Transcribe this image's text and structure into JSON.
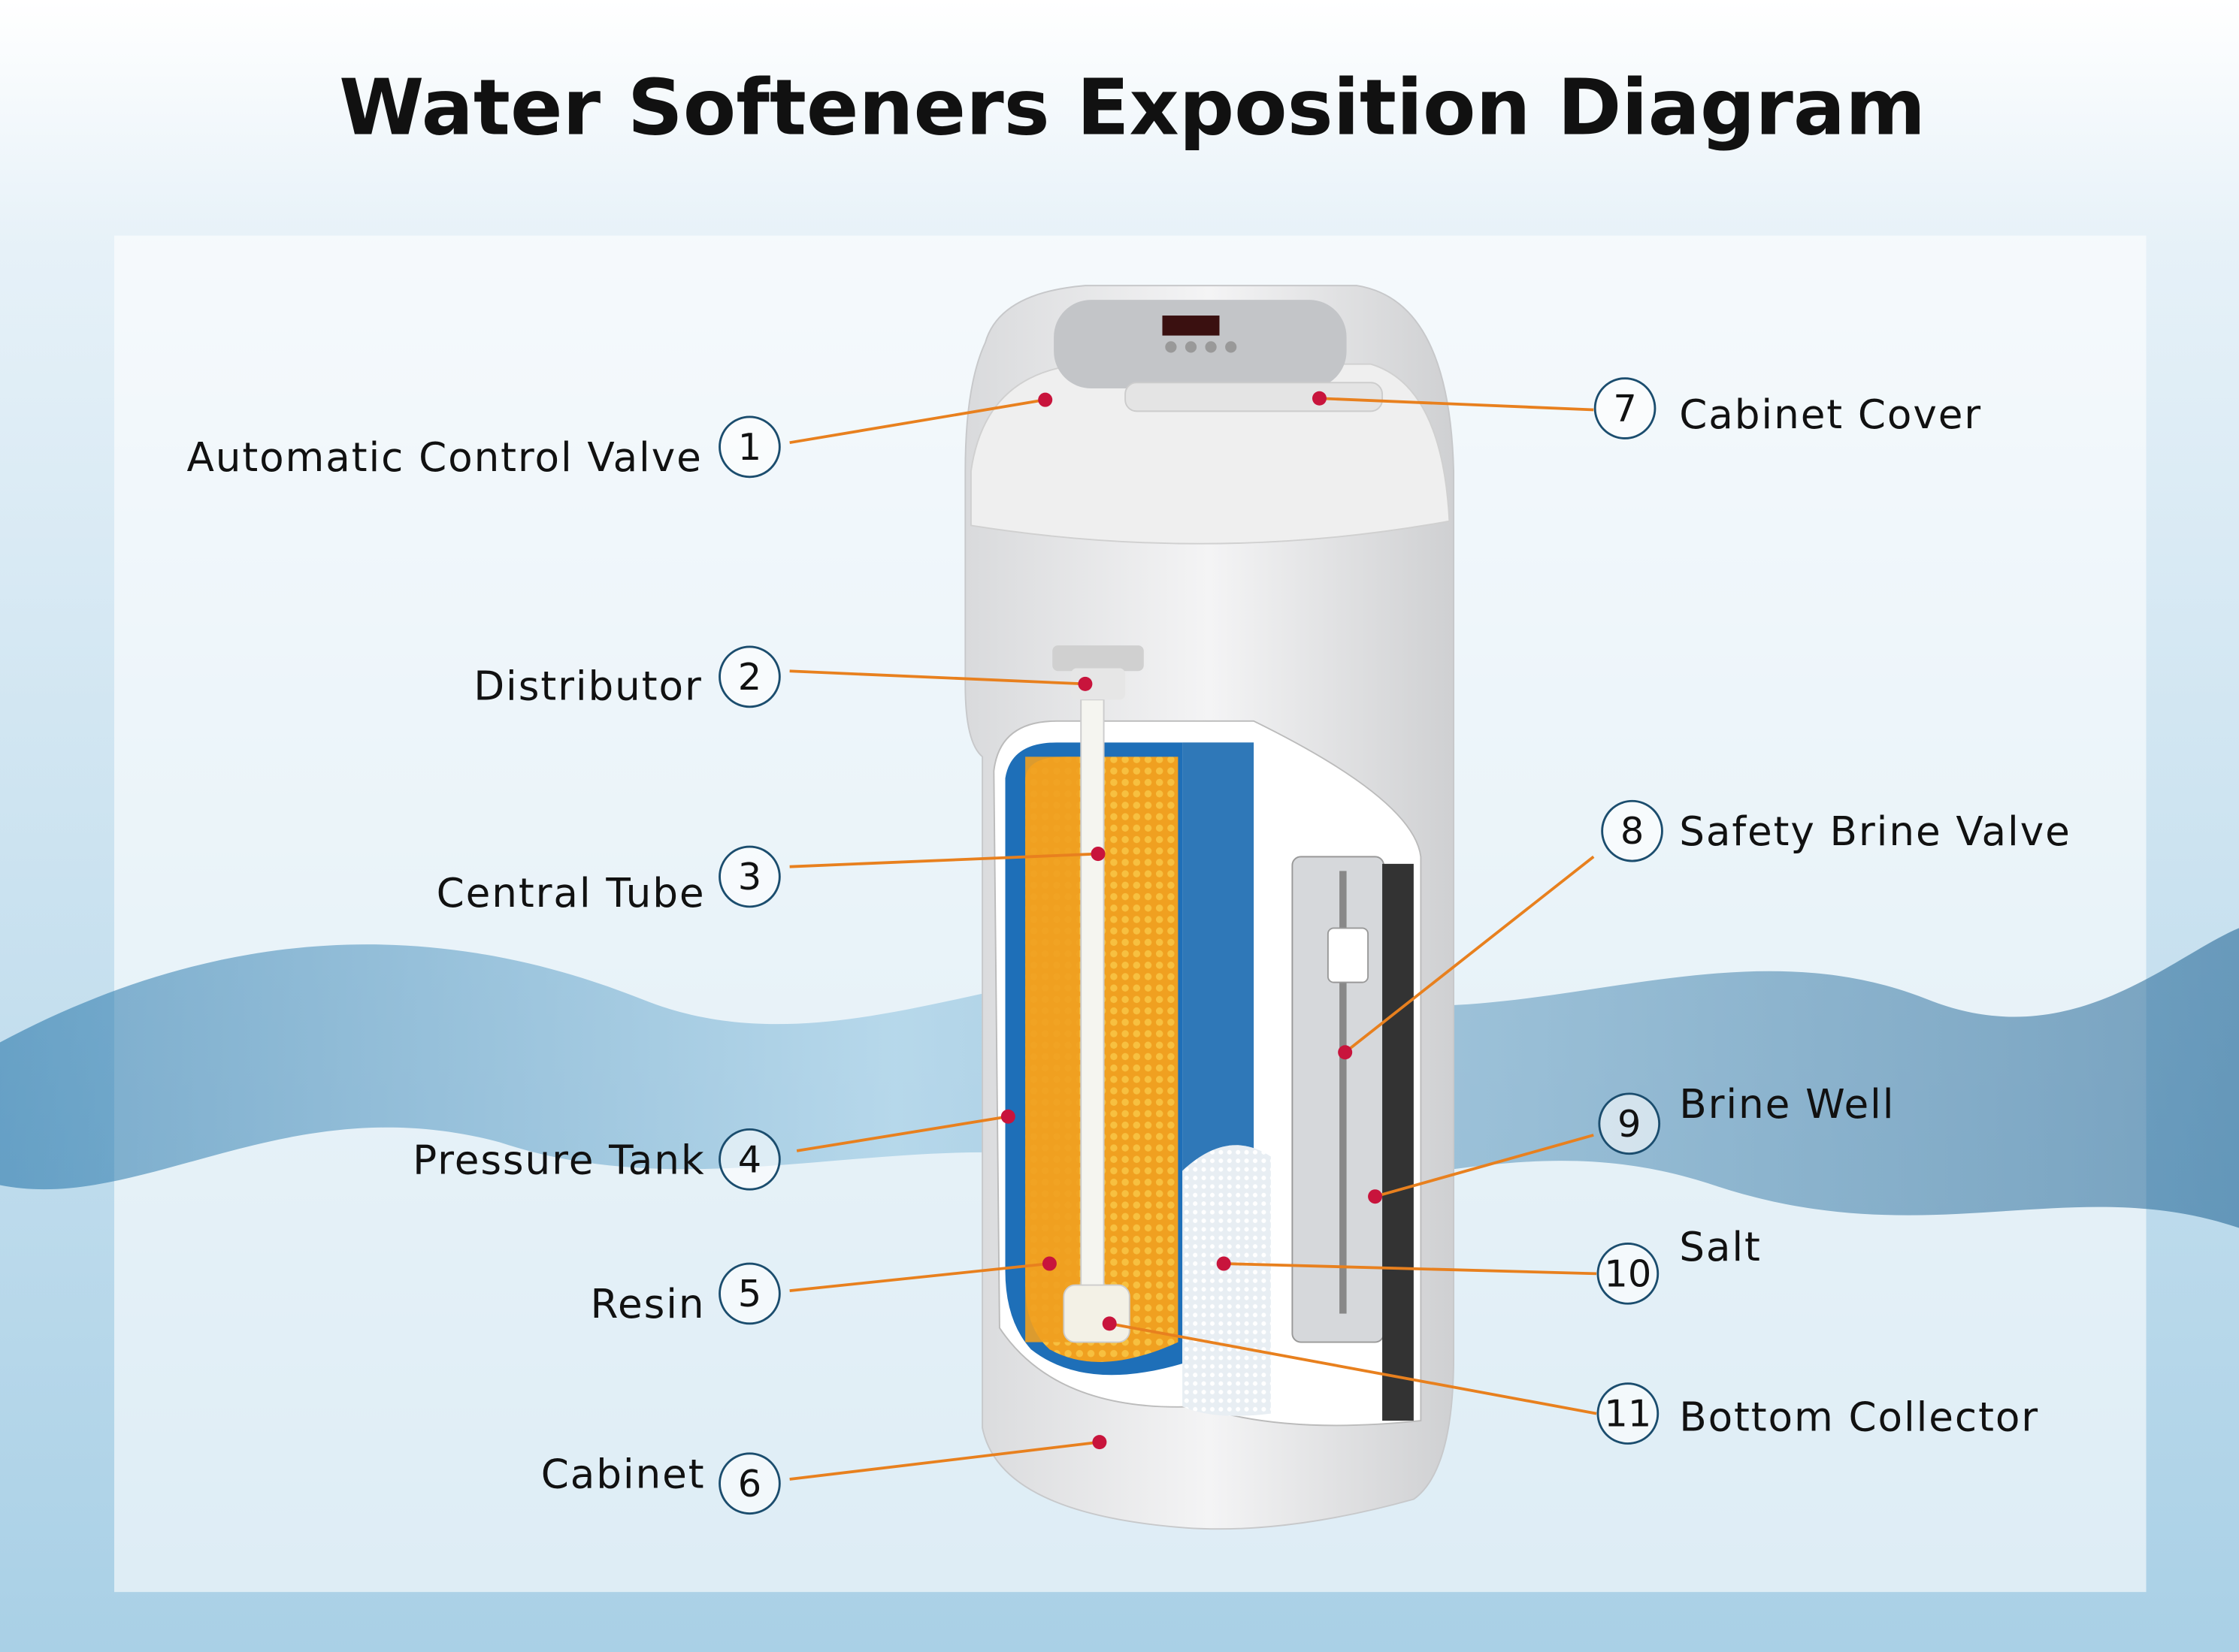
{
  "title": "Water Softeners Exposition Diagram",
  "callouts": [
    {
      "number": "1",
      "label": "Automatic Control Valve"
    },
    {
      "number": "2",
      "label": "Distributor"
    },
    {
      "number": "3",
      "label": "Central Tube"
    },
    {
      "number": "4",
      "label": "Pressure Tank"
    },
    {
      "number": "5",
      "label": "Resin"
    },
    {
      "number": "6",
      "label": "Cabinet"
    },
    {
      "number": "7",
      "label": "Cabinet Cover"
    },
    {
      "number": "8",
      "label": "Safety Brine Valve"
    },
    {
      "number": "9",
      "label": "Brine Well"
    },
    {
      "number": "10",
      "label": "Salt"
    },
    {
      "number": "11",
      "label": "Bottom Collector"
    }
  ],
  "colors": {
    "leader": "#e8801e",
    "dot": "#c8143c",
    "resin": "#f0a020",
    "tank": "#1e6fb8"
  }
}
